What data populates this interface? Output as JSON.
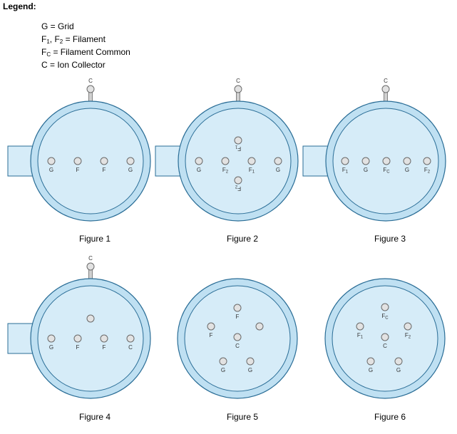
{
  "legend": {
    "title": "Legend:",
    "items": [
      {
        "parts": [
          {
            "t": "G = Grid"
          }
        ]
      },
      {
        "parts": [
          {
            "t": "F"
          },
          {
            "sub": "1"
          },
          {
            "t": ", F"
          },
          {
            "sub": "2"
          },
          {
            "t": " = Filament"
          }
        ]
      },
      {
        "parts": [
          {
            "t": "F"
          },
          {
            "sub": "C"
          },
          {
            "t": " = Filament Common"
          }
        ]
      },
      {
        "parts": [
          {
            "t": "C = Ion Collector"
          }
        ]
      }
    ]
  },
  "colors": {
    "tube_fill": "#bfe0f2",
    "tube_inner": "#d6ecf8",
    "tube_stroke": "#2a6d96",
    "pin_fill": "#e2e2e2",
    "pin_stroke": "#6a6a6a"
  },
  "figures": [
    {
      "caption": "Figure 1",
      "flange": true,
      "top_pin_label": "C",
      "pins": [
        {
          "label": "G",
          "rotate": false
        },
        {
          "label": "F",
          "rotate": false
        },
        {
          "label": "F",
          "rotate": false
        },
        {
          "label": "G",
          "rotate": false
        }
      ]
    },
    {
      "caption": "Figure 2",
      "flange": true,
      "top_pin_label": "C",
      "pins": [
        {
          "label": "F1",
          "rotate": true
        },
        {
          "label": "G",
          "rotate": false
        },
        {
          "label": "F2",
          "rotate": false
        },
        {
          "label": "F1",
          "rotate": false
        },
        {
          "label": "G",
          "rotate": false
        },
        {
          "label": "F2",
          "rotate": true
        }
      ]
    },
    {
      "caption": "Figure 3",
      "flange": true,
      "top_pin_label": "C",
      "pins": [
        {
          "label": "F1",
          "rotate": false
        },
        {
          "label": "G",
          "rotate": false
        },
        {
          "label": "FC",
          "rotate": false
        },
        {
          "label": "G",
          "rotate": false
        },
        {
          "label": "F2",
          "rotate": false
        }
      ]
    },
    {
      "caption": "Figure 4",
      "flange": true,
      "top_pin_label": "C",
      "pins": [
        {
          "label": "",
          "rotate": false
        },
        {
          "label": "G",
          "rotate": false
        },
        {
          "label": "F",
          "rotate": false
        },
        {
          "label": "F",
          "rotate": false
        },
        {
          "label": "C",
          "rotate": false
        }
      ]
    },
    {
      "caption": "Figure 5",
      "flange": false,
      "top_pin_label": "",
      "pins": [
        {
          "label": "F",
          "rotate": false
        },
        {
          "label": "F",
          "rotate": false
        },
        {
          "label": "",
          "rotate": false
        },
        {
          "label": "C",
          "rotate": false
        },
        {
          "label": "G",
          "rotate": false
        },
        {
          "label": "G",
          "rotate": false
        }
      ]
    },
    {
      "caption": "Figure 6",
      "flange": false,
      "top_pin_label": "",
      "pins": [
        {
          "label": "FC",
          "rotate": false
        },
        {
          "label": "F1",
          "rotate": false
        },
        {
          "label": "F2",
          "rotate": false
        },
        {
          "label": "C",
          "rotate": false
        },
        {
          "label": "G",
          "rotate": false
        },
        {
          "label": "G",
          "rotate": false
        }
      ]
    }
  ]
}
